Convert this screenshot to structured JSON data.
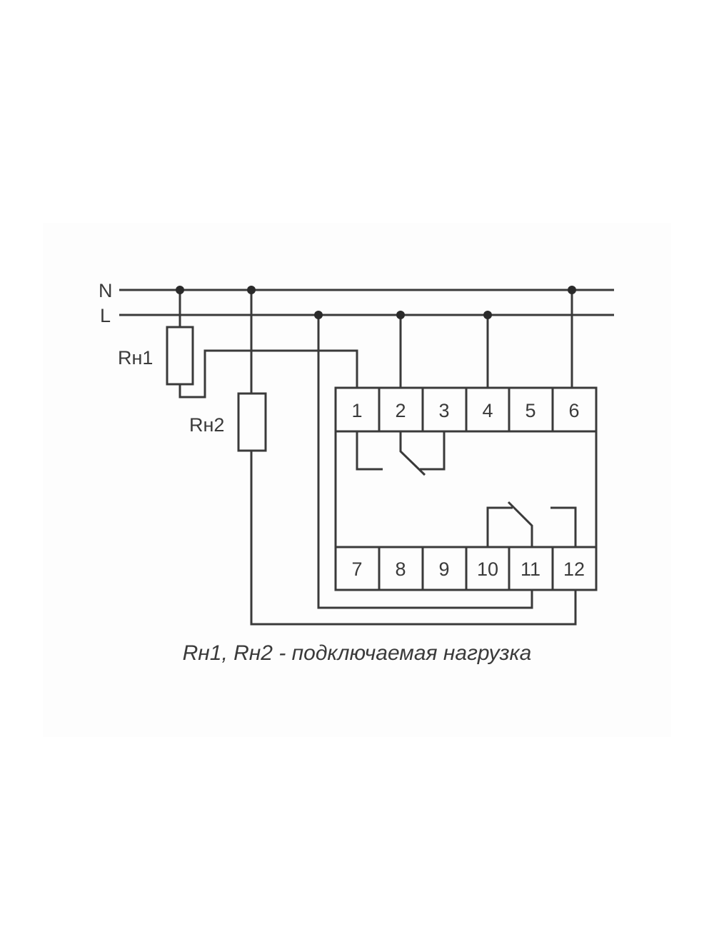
{
  "lines": {
    "neutral": "N",
    "live": "L"
  },
  "loads": {
    "rn1": "Rн1",
    "rn2": "Rн2"
  },
  "terminals": {
    "top": [
      "1",
      "2",
      "3",
      "4",
      "5",
      "6"
    ],
    "bottom": [
      "7",
      "8",
      "9",
      "10",
      "11",
      "12"
    ]
  },
  "caption": "Rн1, Rн2 - подключаемая нагрузка",
  "colors": {
    "line": "#3a3a3a",
    "background": "#ffffff"
  }
}
